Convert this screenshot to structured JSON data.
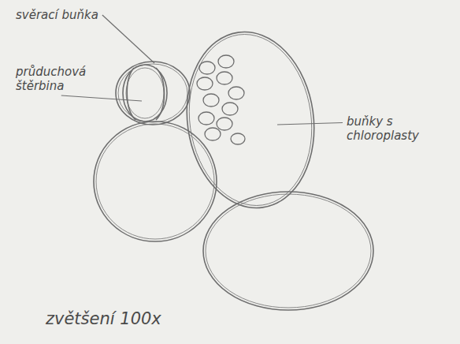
{
  "diagram": {
    "labels": [
      "svěrací buňka",
      "průduchová štěrbina",
      "buňky s chloroplasty",
      "zvětšení 100x"
    ]
  }
}
